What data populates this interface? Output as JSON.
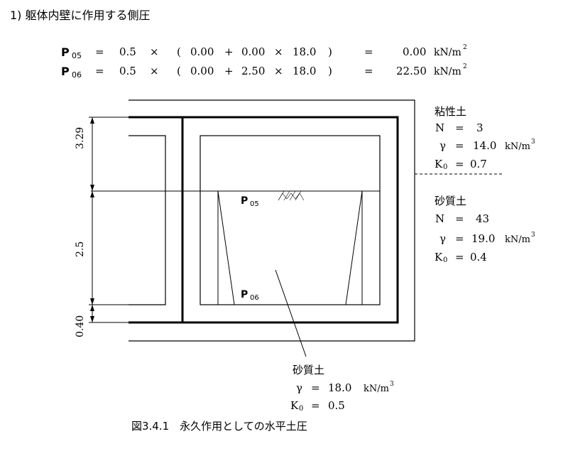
{
  "heading": "1) 躯体内壁に作用する側圧",
  "equations": [
    {
      "p": "P",
      "sub": "05",
      "eq1": "=",
      "a": "0.5",
      "times1": "×",
      "lp": "(",
      "b": "0.00",
      "plus": "+",
      "c": "0.00",
      "times2": "×",
      "d": "18.0",
      "rp": ")",
      "eq2": "=",
      "result": "0.00",
      "unit": "kN/m",
      "unit_sup": "2"
    },
    {
      "p": "P",
      "sub": "06",
      "eq1": "=",
      "a": "0.5",
      "times1": "×",
      "lp": "(",
      "b": "0.00",
      "plus": "+",
      "c": "2.50",
      "times2": "×",
      "d": "18.0",
      "rp": ")",
      "eq2": "=",
      "result": "22.50",
      "unit": "kN/m",
      "unit_sup": "2"
    }
  ],
  "dimensions": [
    "3.29",
    "2.5",
    "0.40"
  ],
  "labels": {
    "p05": "P",
    "p05_sub": "05",
    "p06": "P",
    "p06_sub": "06"
  },
  "soil_layers": [
    {
      "name": "粘性土",
      "n_label": "N",
      "n_eq": "=",
      "n_value": "3",
      "gamma_label": "γ",
      "gamma_eq": "=",
      "gamma_value": "14.0",
      "gamma_unit": "kN/m",
      "gamma_sup": "3",
      "k_label": "K",
      "k_sub": "0",
      "k_eq": "=",
      "k_value": "0.7"
    },
    {
      "name": "砂質土",
      "n_label": "N",
      "n_eq": "=",
      "n_value": "43",
      "gamma_label": "γ",
      "gamma_eq": "=",
      "gamma_value": "19.0",
      "gamma_unit": "kN/m",
      "gamma_sup": "3",
      "k_label": "K",
      "k_sub": "0",
      "k_eq": "=",
      "k_value": "0.4"
    }
  ],
  "backfill": {
    "name": "砂質土",
    "gamma_label": "γ",
    "gamma_eq": "=",
    "gamma_value": "18.0",
    "gamma_unit": "kN/m",
    "gamma_sup": "3",
    "k_label": "K",
    "k_sub": "0",
    "k_eq": "=",
    "k_value": "0.5"
  },
  "caption": "図3.4.1　永久作用としての水平土圧"
}
